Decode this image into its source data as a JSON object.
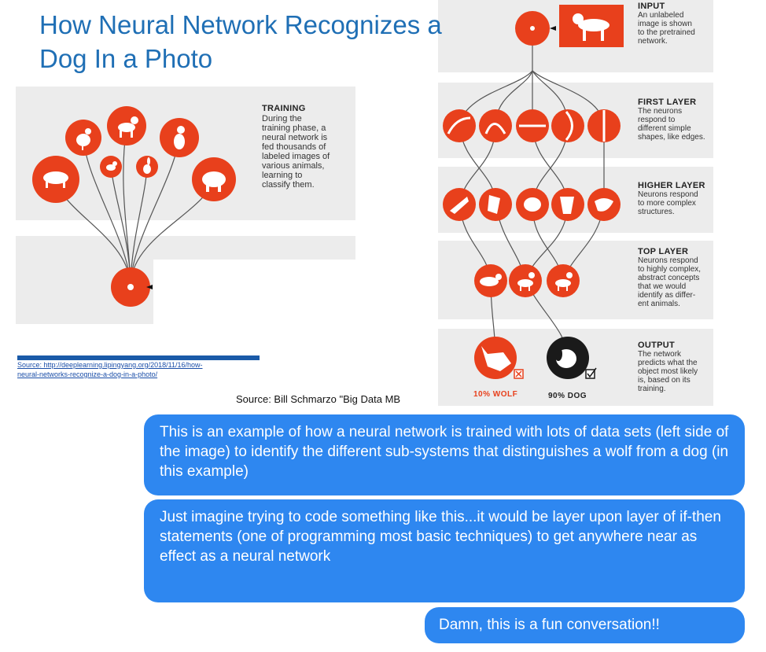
{
  "slide": {
    "title_line1": "How Neural Network Recognizes a",
    "title_line2": "Dog In a Photo",
    "source_url_line1": "Source: http://deeplearning.lipingyang.org/2018/11/16/how-",
    "source_url_line2": "neural-networks-recognize-a-dog-in-a-photo/",
    "source_credit": "Source: Bill Schmarzo \"Big Data MB"
  },
  "training": {
    "title": "TRAINING",
    "text": [
      "During the",
      "training phase, a",
      "neural network is",
      "fed thousands of",
      "labeled images of",
      "various animals,",
      "learning to",
      "classify them."
    ]
  },
  "network": {
    "input": {
      "title": "INPUT",
      "text": [
        "An unlabeled",
        "image is shown",
        "to the pretrained",
        "network."
      ]
    },
    "first_layer": {
      "title": "FIRST LAYER",
      "text": [
        "The neurons",
        "respond to",
        "different simple",
        "shapes, like edges."
      ]
    },
    "higher_layer": {
      "title": "HIGHER LAYER",
      "text": [
        "Neurons respond",
        "to more complex",
        "structures."
      ]
    },
    "top_layer": {
      "title": "TOP LAYER",
      "text": [
        "Neurons respond",
        "to highly complex,",
        "abstract concepts",
        "that we would",
        "identify as differ-",
        "ent animals."
      ]
    },
    "output": {
      "title": "OUTPUT",
      "text": [
        "The network",
        "predicts what the",
        "object most likely",
        "is, based on its",
        "training."
      ]
    },
    "wolf_label": "10% WOLF",
    "dog_label": "90% DOG"
  },
  "messages": [
    {
      "text": "This is an example of how a neural network is trained with lots of data sets (left side of the image) to identify the different sub-systems that distinguishes a wolf from a dog (in this example)"
    },
    {
      "text": "Just imagine trying to code something like this...it would be layer upon layer of if-then statements (one of programming most basic techniques) to get anywhere near as effect as a neural network"
    },
    {
      "text": "Damn, this is a fun conversation!!"
    }
  ],
  "colors": {
    "accent_red": "#e8401c",
    "bubble_blue": "#2e87f0",
    "title_blue": "#1f6fb5",
    "panel_gray": "#ececec"
  }
}
